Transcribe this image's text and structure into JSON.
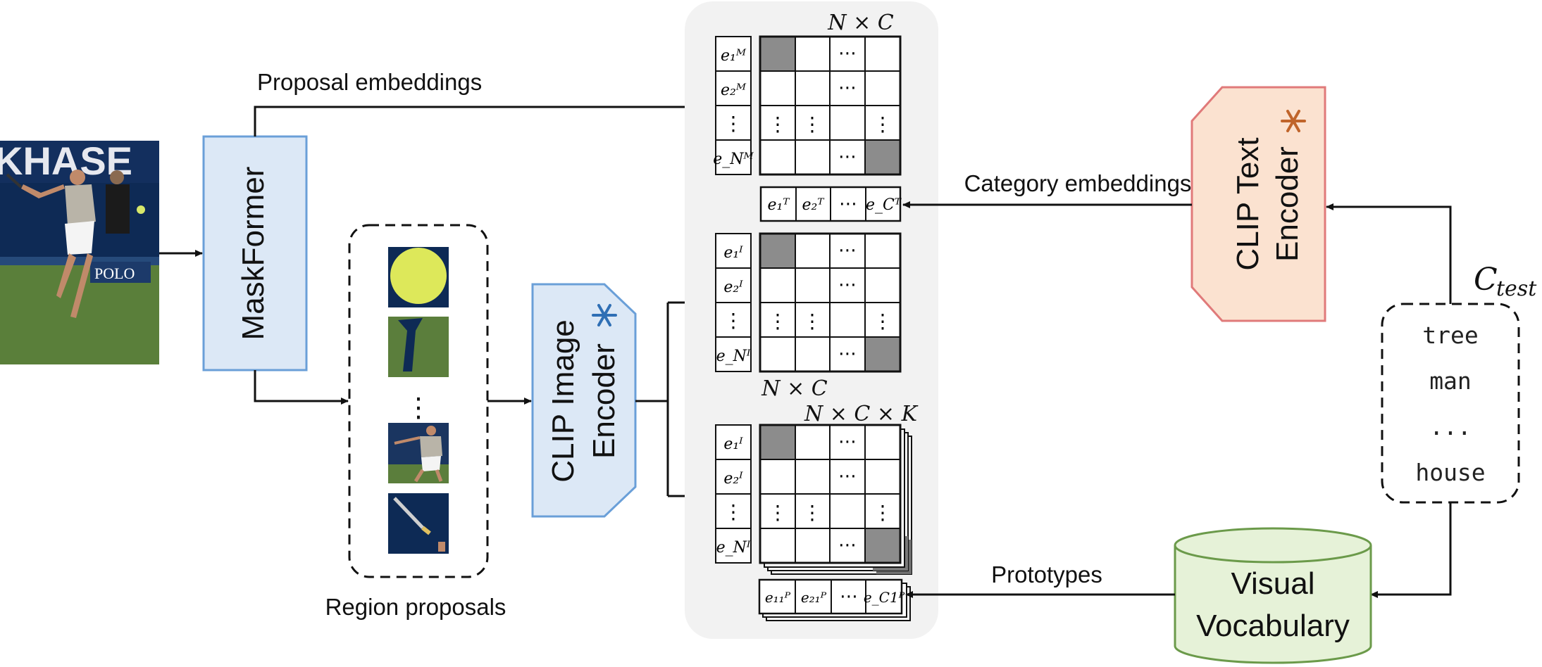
{
  "labels": {
    "proposal_embeddings": "Proposal embeddings",
    "category_embeddings": "Category embeddings",
    "prototypes": "Prototypes",
    "region_proposals": "Region proposals",
    "maskformer": "MaskFormer",
    "clip_image_encoder_1": "CLIP Image",
    "clip_image_encoder_2": "Encoder",
    "clip_text_encoder_1": "CLIP Text",
    "clip_text_encoder_2": "Encoder",
    "visual_vocabulary_1": "Visual",
    "visual_vocabulary_2": "Vocabulary",
    "c_test_main": "C",
    "c_test_sub": "test",
    "dim_nc_top": "N × C",
    "dim_nc_mid": "N × C",
    "dim_nck": "N × C × K",
    "ellipsis_dots": "⋯",
    "vertical_dots": "⋮"
  },
  "vocabulary_words": [
    "tree",
    "man",
    "...",
    "house"
  ],
  "row_labels": {
    "mask": [
      "e₁ᴹ",
      "e₂ᴹ",
      "⋮",
      "e_Nᴹ"
    ],
    "image": [
      "e₁ᴵ",
      "e₂ᴵ",
      "⋮",
      "e_Nᴵ"
    ]
  },
  "text_row": [
    "e₁ᵀ",
    "e₂ᵀ",
    "⋯",
    "e_Cᵀ"
  ],
  "proto_row": [
    "e₁₁ᴾ",
    "e₂₁ᴾ",
    "⋯",
    "e_C1ᴾ"
  ],
  "colors": {
    "maskformer_fill": "#dce8f6",
    "maskformer_stroke": "#6a9fd8",
    "clip_image_fill": "#dce8f6",
    "clip_text_fill": "#fbe2d0",
    "clip_text_stroke": "#e07a7a",
    "vocab_fill": "#e6f2d8",
    "vocab_stroke": "#6b9a4a",
    "panel_fill": "#f2f2f2",
    "cell_dark": "#8c8c8c",
    "snow_blue": "#2f6fb5",
    "snow_orange": "#c0642a"
  }
}
